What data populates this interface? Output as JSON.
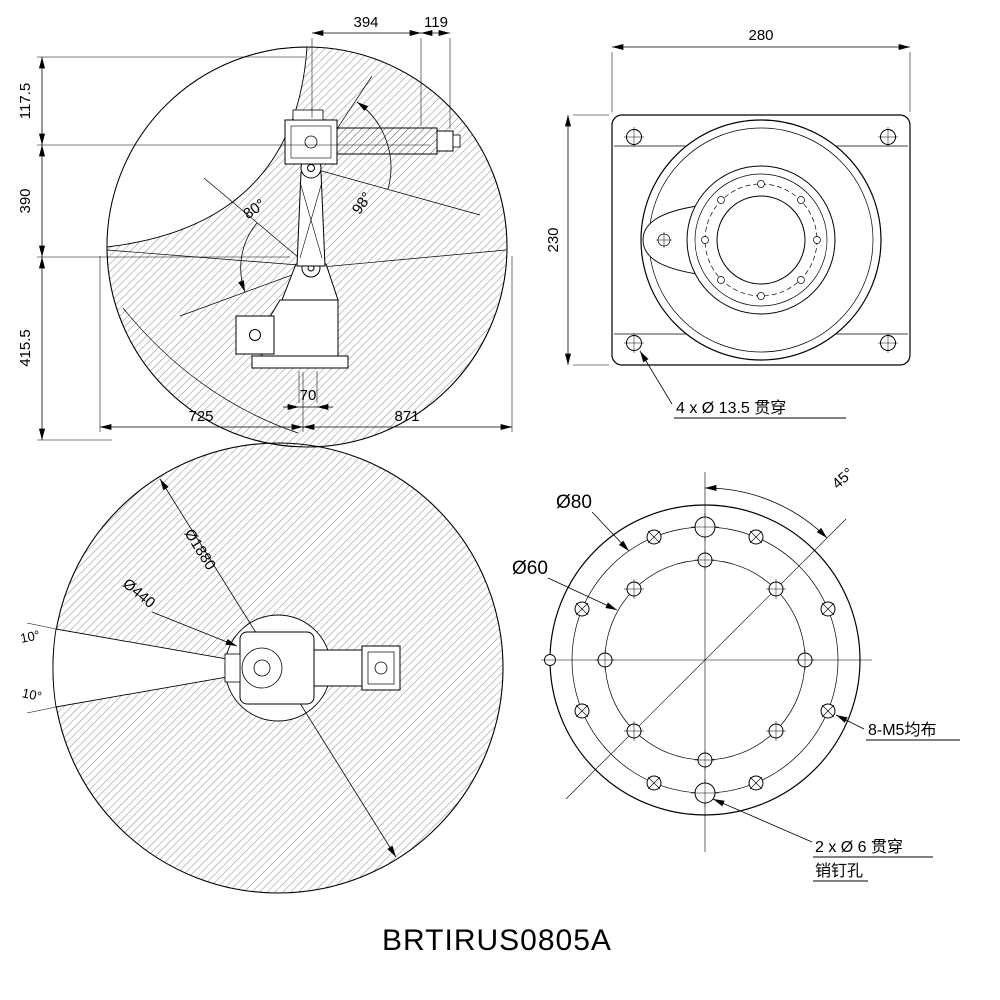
{
  "title": "BRTIRUS0805A",
  "colors": {
    "line": "#000000",
    "background": "#ffffff"
  },
  "side_view": {
    "dim_top_span": "394",
    "dim_top_offset": "119",
    "dim_height_top": "117.5",
    "dim_height_mid": "390",
    "dim_height_base": "415.5",
    "dim_reach_rear": "725",
    "dim_reach_front": "871",
    "dim_base_center": "70",
    "angle_rear_limit": "80°",
    "angle_front_limit": "98°"
  },
  "base_view": {
    "dim_width": "280",
    "dim_depth": "230",
    "note_mounting_holes": "4 x Ø 13.5 贯穿"
  },
  "top_view": {
    "dim_envelope_dia": "Ø1880",
    "dim_body_clearance_dia": "Ø440",
    "angle_deadzone_upper": "10°",
    "angle_deadzone_lower": "10°"
  },
  "flange_view": {
    "dim_bolt_circle_dia": "Ø80",
    "dim_spigot_dia": "Ø60",
    "angle_hole_spacing": "45°",
    "note_tapped_holes": "8-M5均布",
    "note_pin_holes": "2 x Ø 6 贯穿",
    "note_pin_holes_2": "销钉孔"
  }
}
